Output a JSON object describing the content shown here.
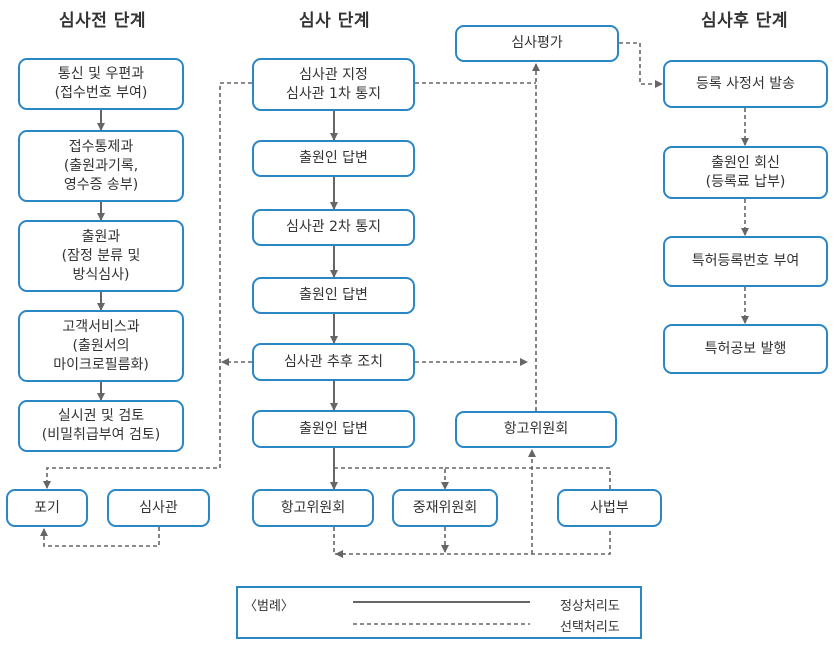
{
  "headers": {
    "pre": "심사전 단계",
    "exam": "심사 단계",
    "post": "심사후 단계"
  },
  "boxes": {
    "mail": [
      "통신 및 우편과",
      "(접수번호 부여)"
    ],
    "intake": [
      "접수통제과",
      "(출원과기록,",
      "영수증 송부)"
    ],
    "application": [
      "출원과",
      "(잠정 분류 및",
      "방식심사)"
    ],
    "customer": [
      "고객서비스과",
      "(출원서의",
      "마이크로필름화)"
    ],
    "enablement": [
      "실시권 및 검토",
      "(비밀취급부여 검토)"
    ],
    "abandon": [
      "포기"
    ],
    "examiner": [
      "심사관"
    ],
    "first_action": [
      "심사관 지정",
      "심사관 1차 통지"
    ],
    "reply1": [
      "출원인 답변"
    ],
    "second_action": [
      "심사관 2차 통지"
    ],
    "reply2": [
      "출원인 답변"
    ],
    "further": [
      "심사관 추후 조치"
    ],
    "reply3": [
      "출원인 답변"
    ],
    "appeal_board": [
      "항고위원회"
    ],
    "arbitration": [
      "중재위원회"
    ],
    "judiciary": [
      "사법부"
    ],
    "appeal_right": [
      "항고위원회"
    ],
    "evaluation": [
      "심사평가"
    ],
    "issue_decision": [
      "등록 사정서 발송"
    ],
    "reply_fee": [
      "출원인 회신",
      "(등록료 납부)"
    ],
    "patent_number": [
      "특허등록번호 부여"
    ],
    "gazette": [
      "특허공보 발행"
    ]
  },
  "legend": {
    "title": "〈범례〉",
    "normal": "정상처리도",
    "optional": "선택처리도"
  },
  "colors": {
    "box_border": "#2b86c5",
    "line": "#666666"
  }
}
